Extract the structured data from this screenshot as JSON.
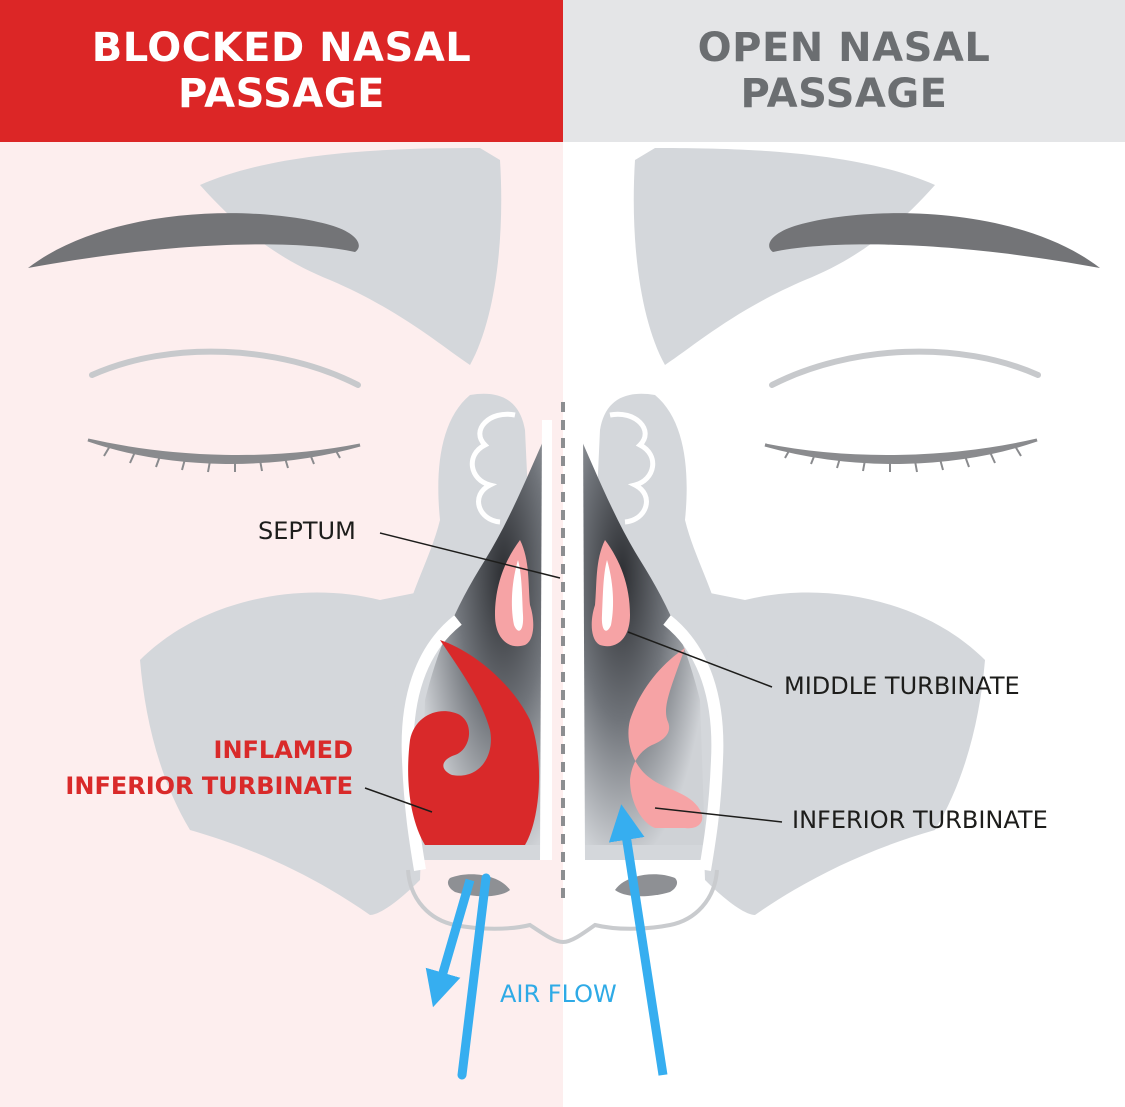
{
  "colors": {
    "blocked_header": "#dc2626",
    "open_header": "#e4e5e7",
    "blocked_bg": "#fdeeee",
    "open_bg": "#ffffff",
    "tissue": "#d4d7db",
    "eyebrow": "#737477",
    "inflamed": "#d9292a",
    "turbinate_pink": "#f6a3a5",
    "airflow": "#36aef0"
  },
  "header": {
    "blocked_line1": "BLOCKED NASAL",
    "blocked_line2": "PASSAGE",
    "open_line1": "OPEN NASAL",
    "open_line2": "PASSAGE"
  },
  "labels": {
    "septum": "SEPTUM",
    "middle_turbinate": "MIDDLE TURBINATE",
    "inferior_turbinate": "INFERIOR TURBINATE",
    "inflamed_line1": "INFLAMED",
    "inflamed_line2": "INFERIOR TURBINATE",
    "air_flow": "AIR FLOW"
  }
}
